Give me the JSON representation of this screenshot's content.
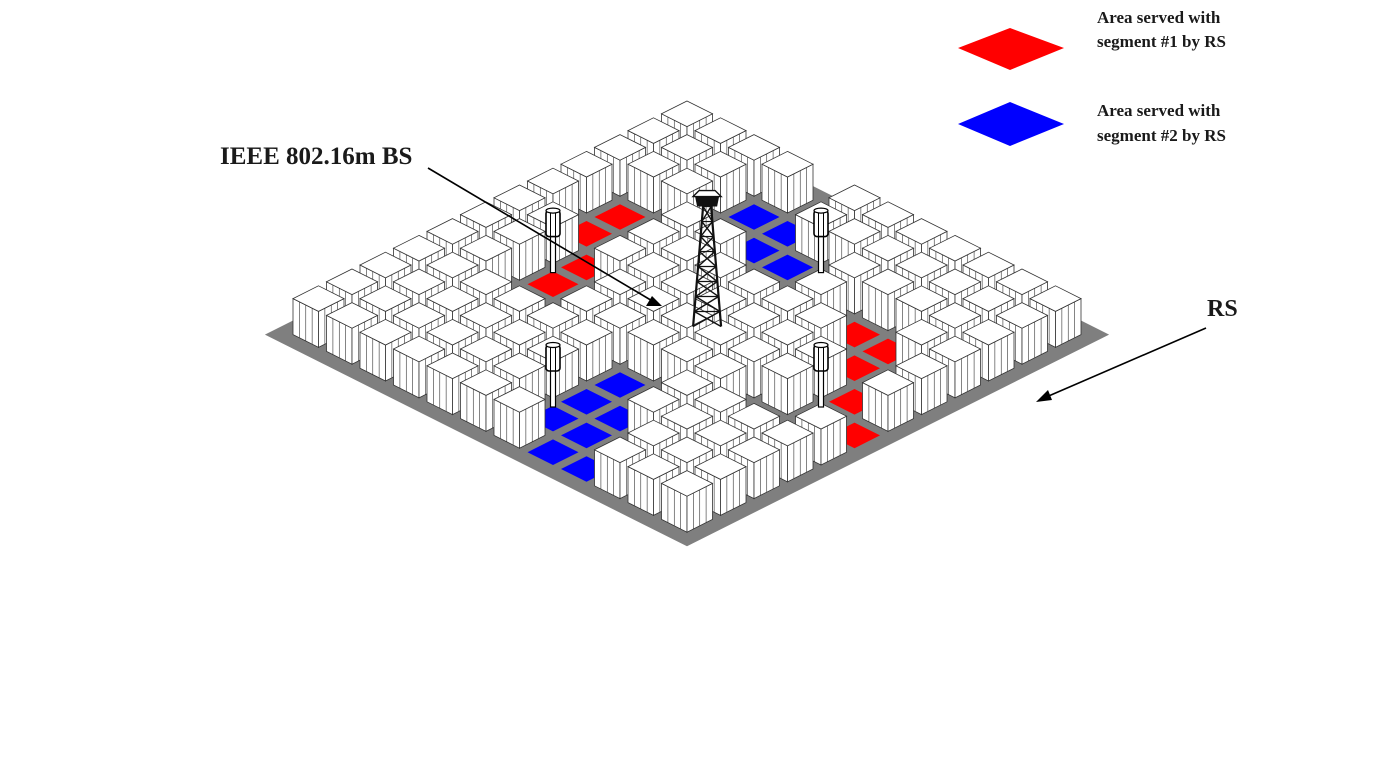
{
  "labels": {
    "bs": "IEEE 802.16m BS",
    "rs": "RS"
  },
  "legend": {
    "items": [
      {
        "line1": "Area served with",
        "line2": "segment #1 by RS",
        "color": "#ff0000"
      },
      {
        "line1": "Area served with",
        "line2": "segment #2 by RS",
        "color": "#0000ff"
      }
    ]
  },
  "colors": {
    "segment1": "#ff0000",
    "segment2": "#0000ff",
    "road": "#7f7f7f",
    "building_top": "#ffffff",
    "building_side": "#ffffff",
    "building_edge": "#333333",
    "tower": "#111111"
  },
  "grid": {
    "blocks_per_side": 12,
    "relay_stations": 4,
    "base_stations": 1
  }
}
